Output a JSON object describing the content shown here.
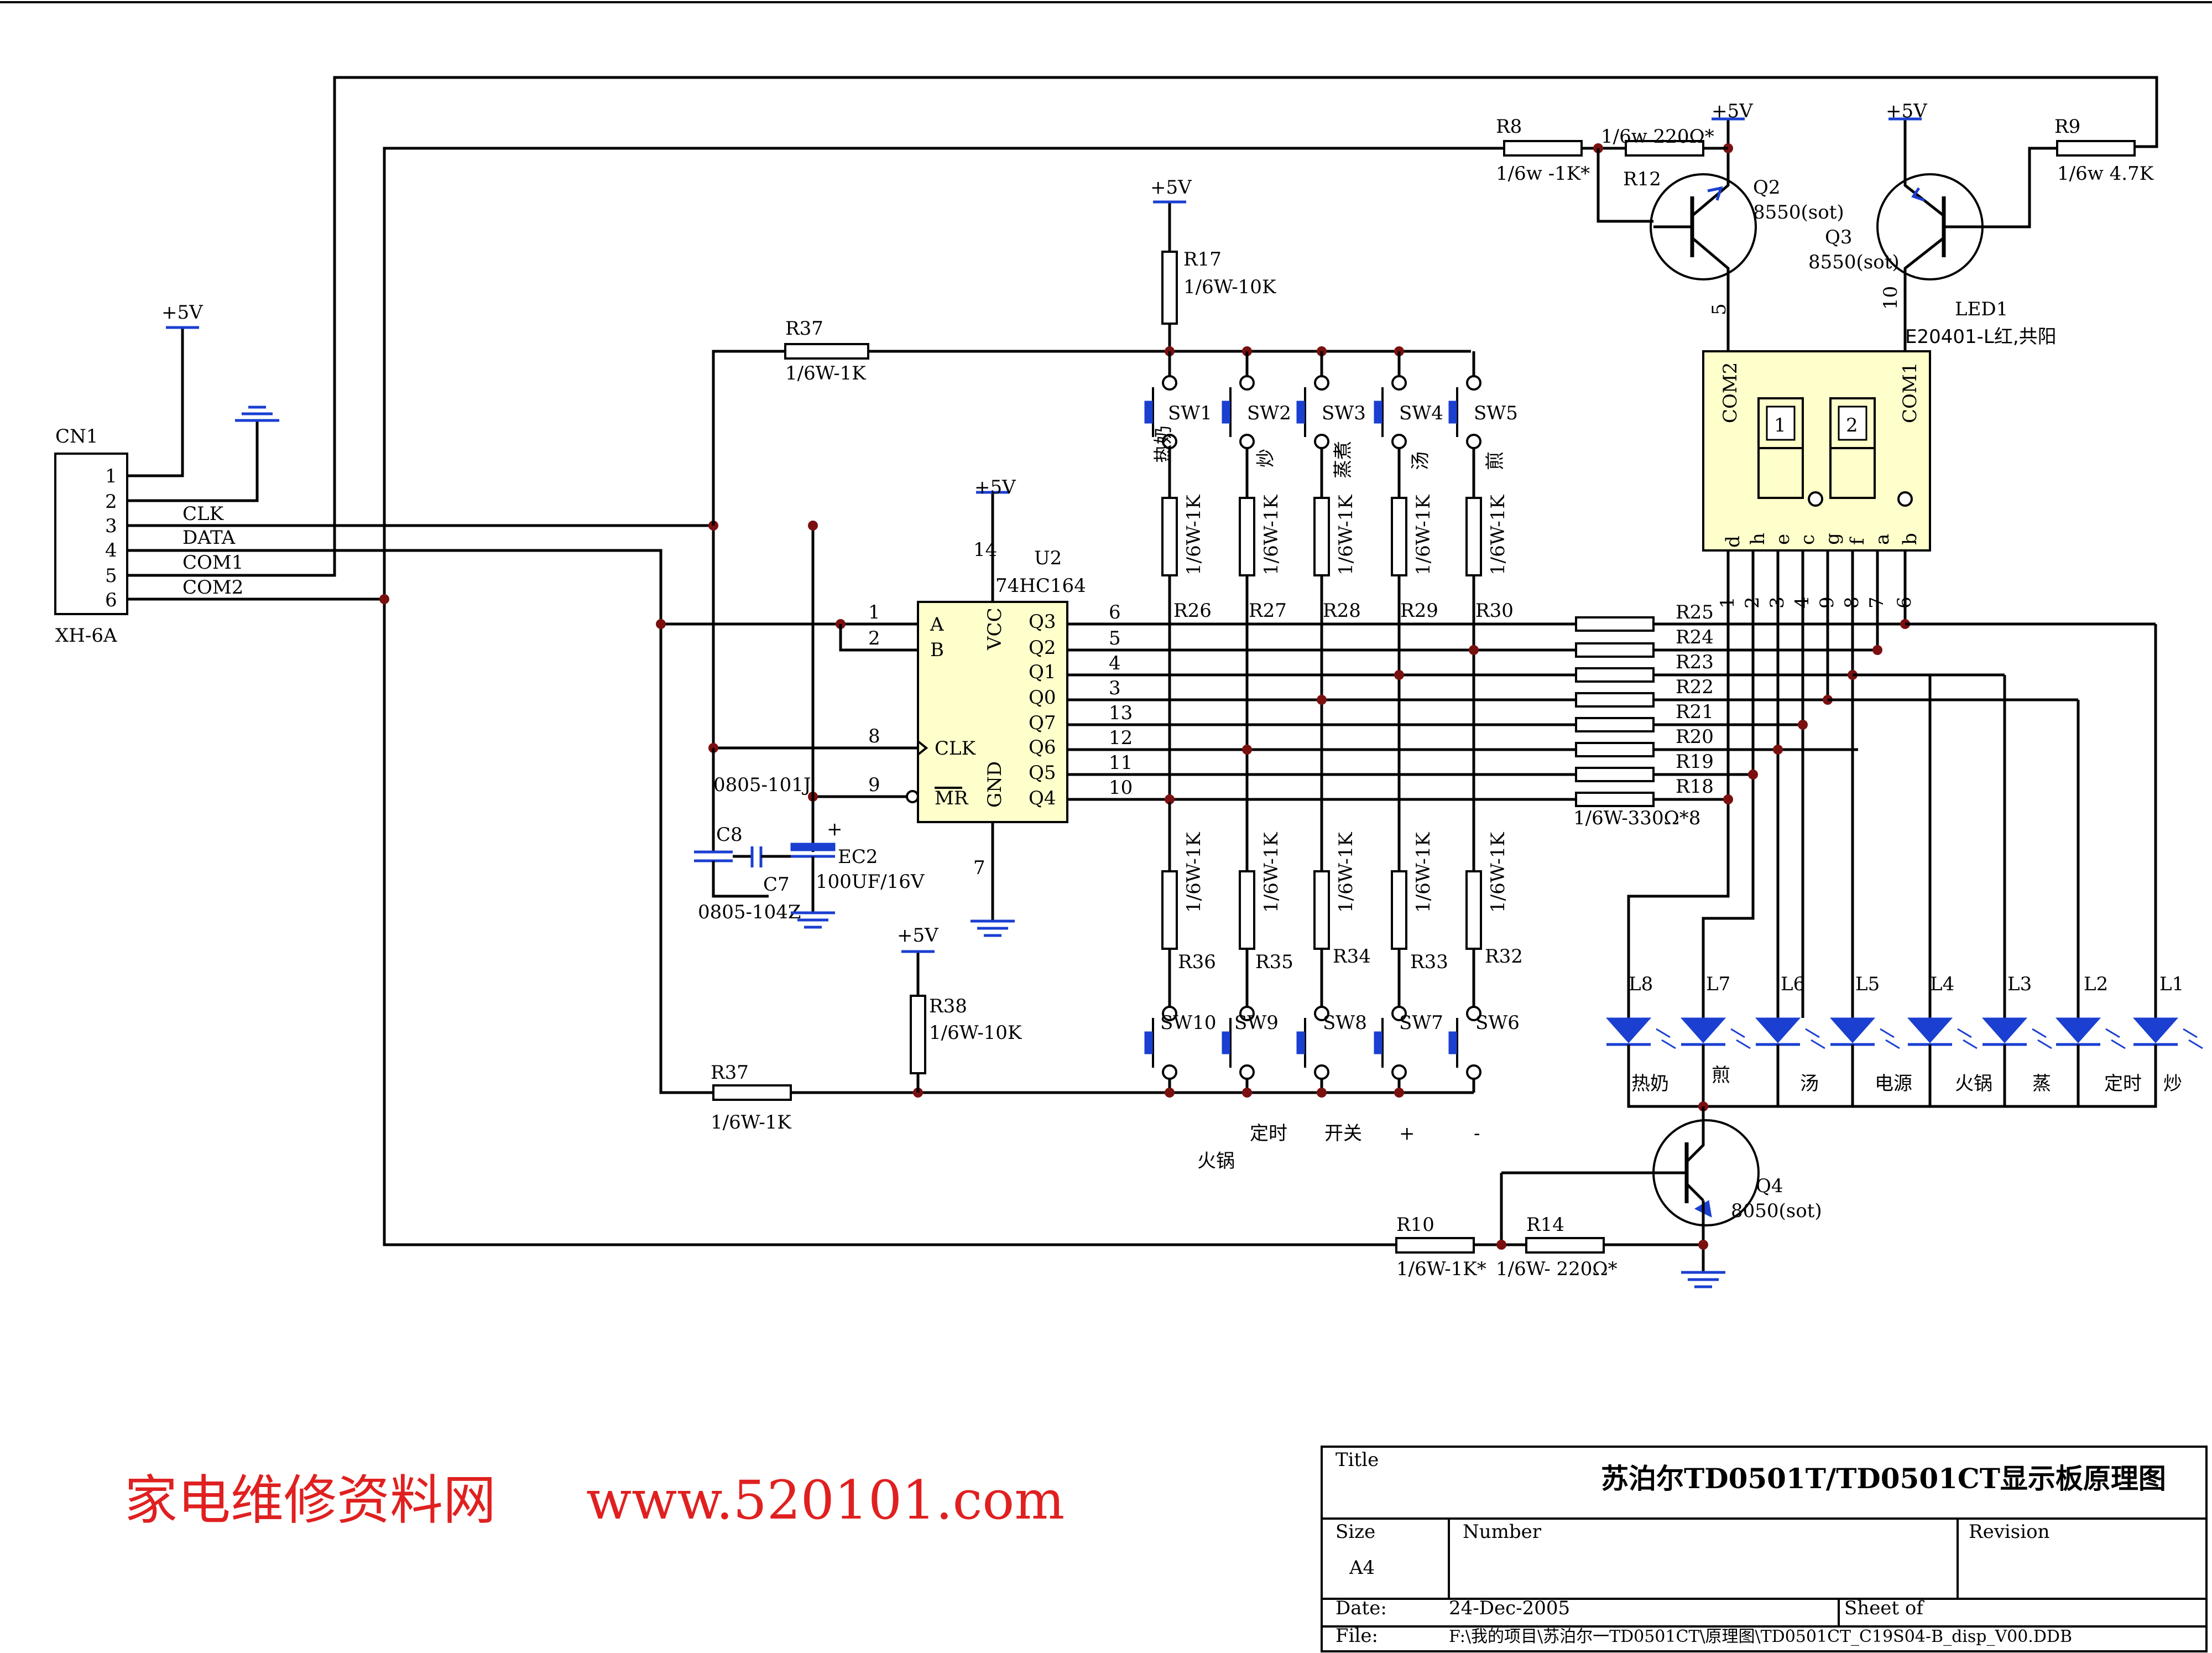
{
  "title_block": {
    "title_label": "Title",
    "title": "苏泊尔TD0501T/TD0501CT显示板原理图",
    "size_label": "Size",
    "size": "A4",
    "number_label": "Number",
    "revision_label": "Revision",
    "date_label": "Date:",
    "date": "24-Dec-2005",
    "sheet_label": "Sheet   of",
    "file_label": "File:",
    "file": "F:\\我的项目\\苏泊尔一TD0501CT\\原理图\\TD0501CT_C19S04-B_disp_V00.DDB"
  },
  "watermark": {
    "site_name": "家电维修资料网",
    "url": "www.520101.com"
  },
  "connector": {
    "ref": "CN1",
    "type": "XH-6A",
    "pins": [
      "1",
      "2",
      "3",
      "4",
      "5",
      "6"
    ],
    "signals": [
      "CLK",
      "DATA",
      "COM1",
      "COM2"
    ]
  },
  "ic": {
    "ref": "U2",
    "part": "74HC164",
    "pins_left": [
      "A",
      "B",
      "CLK",
      "MR"
    ],
    "pins_right": [
      "Q3",
      "Q2",
      "Q1",
      "Q0",
      "Q7",
      "Q6",
      "Q5",
      "Q4"
    ],
    "pin_numbers_left": [
      "1",
      "2",
      "8",
      "9"
    ],
    "pin_numbers_right": [
      "6",
      "5",
      "4",
      "3",
      "13",
      "12",
      "11",
      "10"
    ],
    "vcc": "VCC",
    "gnd": "GND",
    "vcc_pin": "14",
    "gnd_pin": "7"
  },
  "power": {
    "vcc": "+5V"
  },
  "top_resistors": {
    "r37_top": {
      "ref": "R37",
      "value": "1/6W-1K"
    },
    "r17": {
      "ref": "R17",
      "value": "1/6W-10K"
    },
    "r8": {
      "ref": "R8",
      "value": "1/6w  -1K*"
    },
    "r12": {
      "ref": "R12",
      "value": "1/6w 220Ω*"
    },
    "r9": {
      "ref": "R9",
      "value": "1/6w 4.7K"
    }
  },
  "transistors": {
    "q2": {
      "ref": "Q2",
      "part": "8550(sot)",
      "pin": "5"
    },
    "q3": {
      "ref": "Q3",
      "part": "8550(sot)",
      "pin": "10"
    },
    "q4": {
      "ref": "Q4",
      "part": "8050(sot)"
    }
  },
  "display": {
    "ref": "LED1",
    "part": "E20401-L红,共阳",
    "com_left": "COM2",
    "com_right": "COM1",
    "digits": [
      "1",
      "2"
    ],
    "segments": [
      "d",
      "h",
      "e",
      "c",
      "g",
      "f",
      "a",
      "b"
    ],
    "seg_pins": [
      "1",
      "2",
      "3",
      "4",
      "9",
      "8",
      "7",
      "6"
    ]
  },
  "switches_top": [
    {
      "ref": "SW1",
      "label": "热奶",
      "res": "R26"
    },
    {
      "ref": "SW2",
      "label": "炒",
      "res": "R27"
    },
    {
      "ref": "SW3",
      "label": "蒸煮",
      "res": "R28"
    },
    {
      "ref": "SW4",
      "label": "汤",
      "res": "R29"
    },
    {
      "ref": "SW5",
      "label": "煎",
      "res": "R30"
    }
  ],
  "switches_bottom": [
    {
      "ref": "SW10",
      "res": "R36"
    },
    {
      "ref": "SW9",
      "res": "R35"
    },
    {
      "ref": "SW8",
      "res": "R34"
    },
    {
      "ref": "SW7",
      "res": "R33"
    },
    {
      "ref": "SW6",
      "res": "R32"
    }
  ],
  "switch_bottom_labels": [
    "火锅",
    "定时",
    "开关",
    "+",
    "-"
  ],
  "switch_res_value": "1/6W-1K",
  "series_resistors": {
    "refs": [
      "R25",
      "R24",
      "R23",
      "R22",
      "R21",
      "R20",
      "R19",
      "R18"
    ],
    "value": "1/6W-330Ω*8"
  },
  "leds": [
    {
      "ref": "L8",
      "label": "热奶"
    },
    {
      "ref": "L7",
      "label": "煎"
    },
    {
      "ref": "L6",
      "label": "汤"
    },
    {
      "ref": "L5",
      "label": "电源"
    },
    {
      "ref": "L4",
      "label": "火锅"
    },
    {
      "ref": "L3",
      "label": "蒸"
    },
    {
      "ref": "L2",
      "label": "定时"
    },
    {
      "ref": "L1",
      "label": "炒"
    }
  ],
  "caps": {
    "c8": {
      "ref": "C8",
      "value": "0805-101J"
    },
    "c7": {
      "ref": "C7",
      "value": "0805-104Z"
    },
    "ec2": {
      "ref": "EC2",
      "value": "100UF/16V"
    }
  },
  "misc_resistors": {
    "r38": {
      "ref": "R38",
      "value": "1/6W-10K"
    },
    "r37_bot": {
      "ref": "R37",
      "value": "1/6W-1K"
    },
    "r10": {
      "ref": "R10",
      "value": "1/6W-1K*"
    },
    "r14": {
      "ref": "R14",
      "value": "1/6W- 220Ω*"
    }
  }
}
